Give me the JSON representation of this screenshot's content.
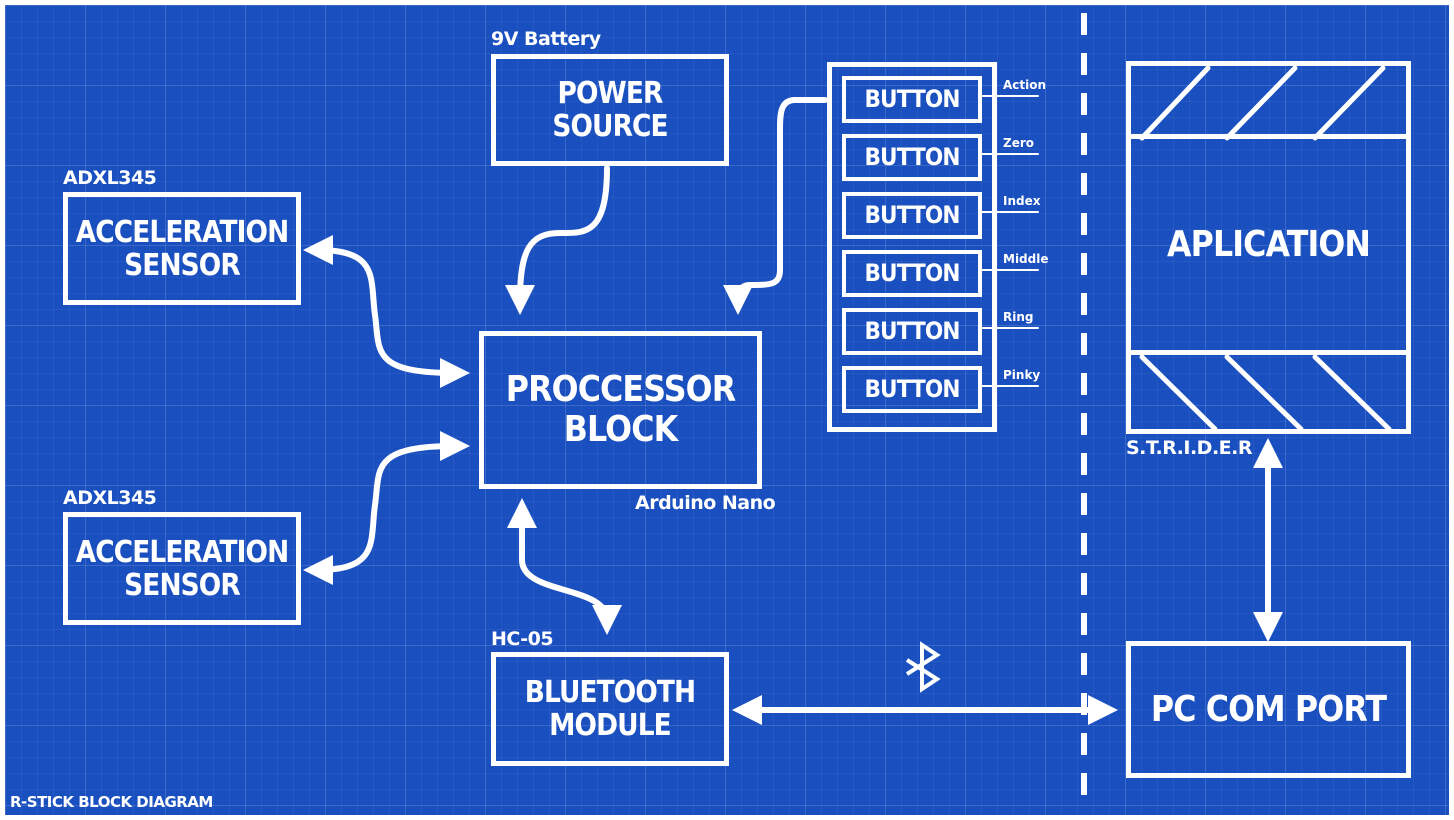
{
  "diagram": {
    "footer_title": "R-STICK BLOCK DIAGRAM",
    "sensors": [
      {
        "chip": "ADXL345",
        "line1": "ACCELERATION",
        "line2": "SENSOR"
      },
      {
        "chip": "ADXL345",
        "line1": "ACCELERATION",
        "line2": "SENSOR"
      }
    ],
    "power": {
      "caption": "9V Battery",
      "line1": "POWER",
      "line2": "SOURCE"
    },
    "processor": {
      "caption": "Arduino Nano",
      "line1": "PROCCESSOR",
      "line2": "BLOCK"
    },
    "bluetooth": {
      "caption": "HC-05",
      "line1": "BLUETOOTH",
      "line2": "MODULE"
    },
    "buttons": [
      {
        "label": "BUTTON",
        "role": "Action"
      },
      {
        "label": "BUTTON",
        "role": "Zero"
      },
      {
        "label": "BUTTON",
        "role": "Index"
      },
      {
        "label": "BUTTON",
        "role": "Middle"
      },
      {
        "label": "BUTTON",
        "role": "Ring"
      },
      {
        "label": "BUTTON",
        "role": "Pinky"
      }
    ],
    "application": {
      "label": "APLICATION",
      "caption": "S.T.R.I.D.E.R"
    },
    "pc": {
      "label": "PC COM PORT"
    },
    "icons": {
      "wireless": "bluetooth-icon"
    },
    "colors": {
      "background": "#1a4fbf",
      "lines": "#ffffff"
    }
  }
}
